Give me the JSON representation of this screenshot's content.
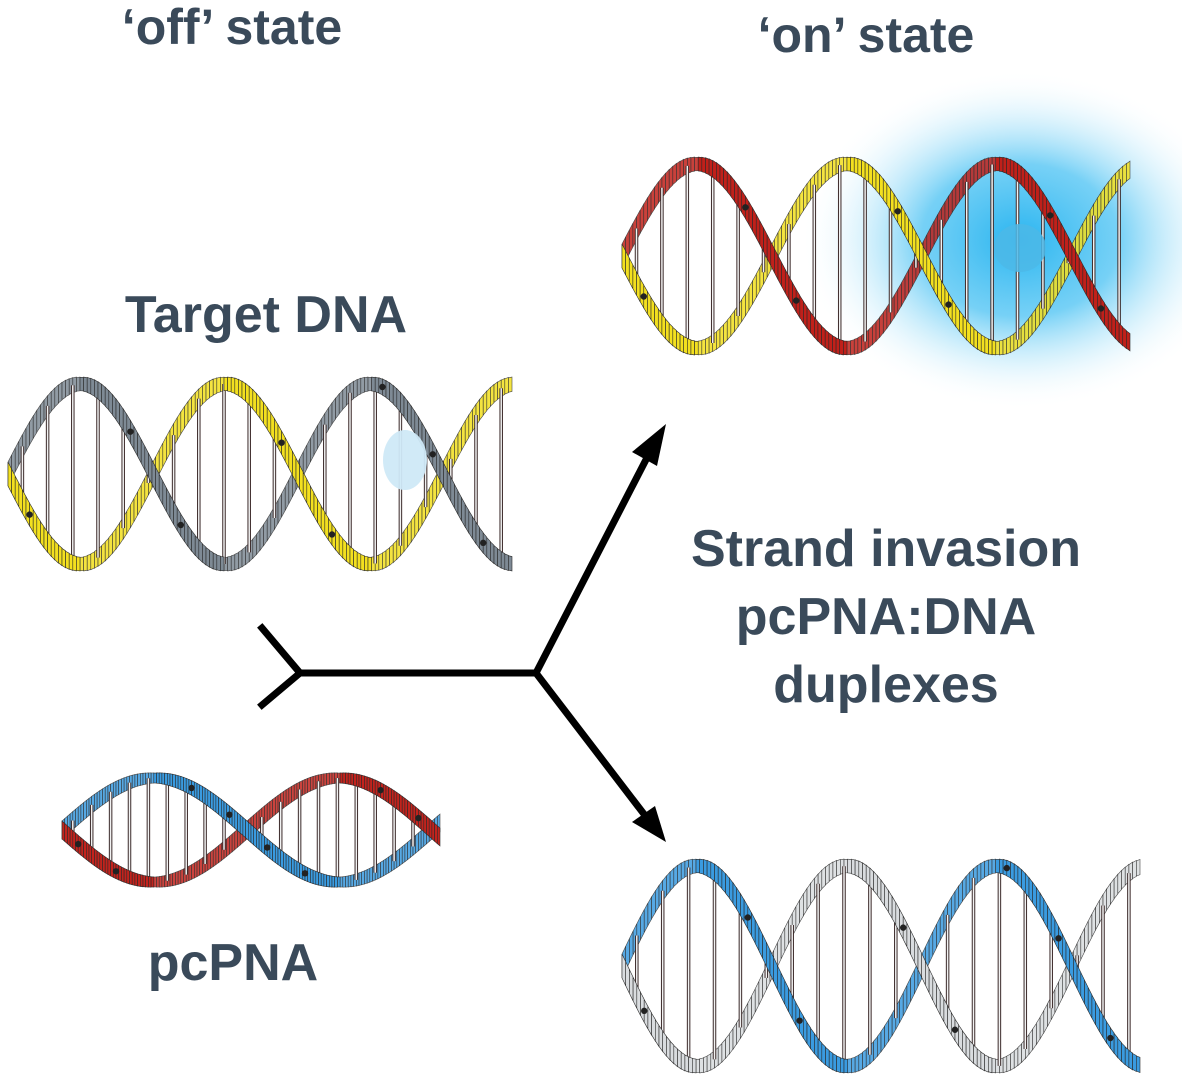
{
  "labels": {
    "off_state": "‘off’ state",
    "on_state": "‘on’ state",
    "target_dna": "Target DNA",
    "pcpna": "pcPNA",
    "strand_line1": "Strand invasion",
    "strand_line2": "pcPNA:DNA",
    "strand_line3": "duplexes"
  },
  "colors": {
    "text": "#3a4a5a",
    "dna_yellow": "#f3e01f",
    "dna_grey": "#7e8a95",
    "pna_red": "#c2231d",
    "pna_blue": "#3a9be0",
    "on_red": "#c0201a",
    "glow": "#1fb1ef",
    "arrow": "#000000"
  },
  "helices": [
    {
      "id": "target-dna",
      "strand_a": "dna_yellow",
      "strand_b": "dna_grey",
      "marker": "#cfe9f7"
    },
    {
      "id": "pcpna",
      "strand_a": "pna_red",
      "strand_b": "pna_blue"
    },
    {
      "id": "on-duplex",
      "strand_a": "dna_yellow",
      "strand_b": "on_red",
      "glow": true
    },
    {
      "id": "bottom-duplex",
      "strand_a": "#d9dcdf",
      "strand_b": "pna_blue"
    }
  ]
}
